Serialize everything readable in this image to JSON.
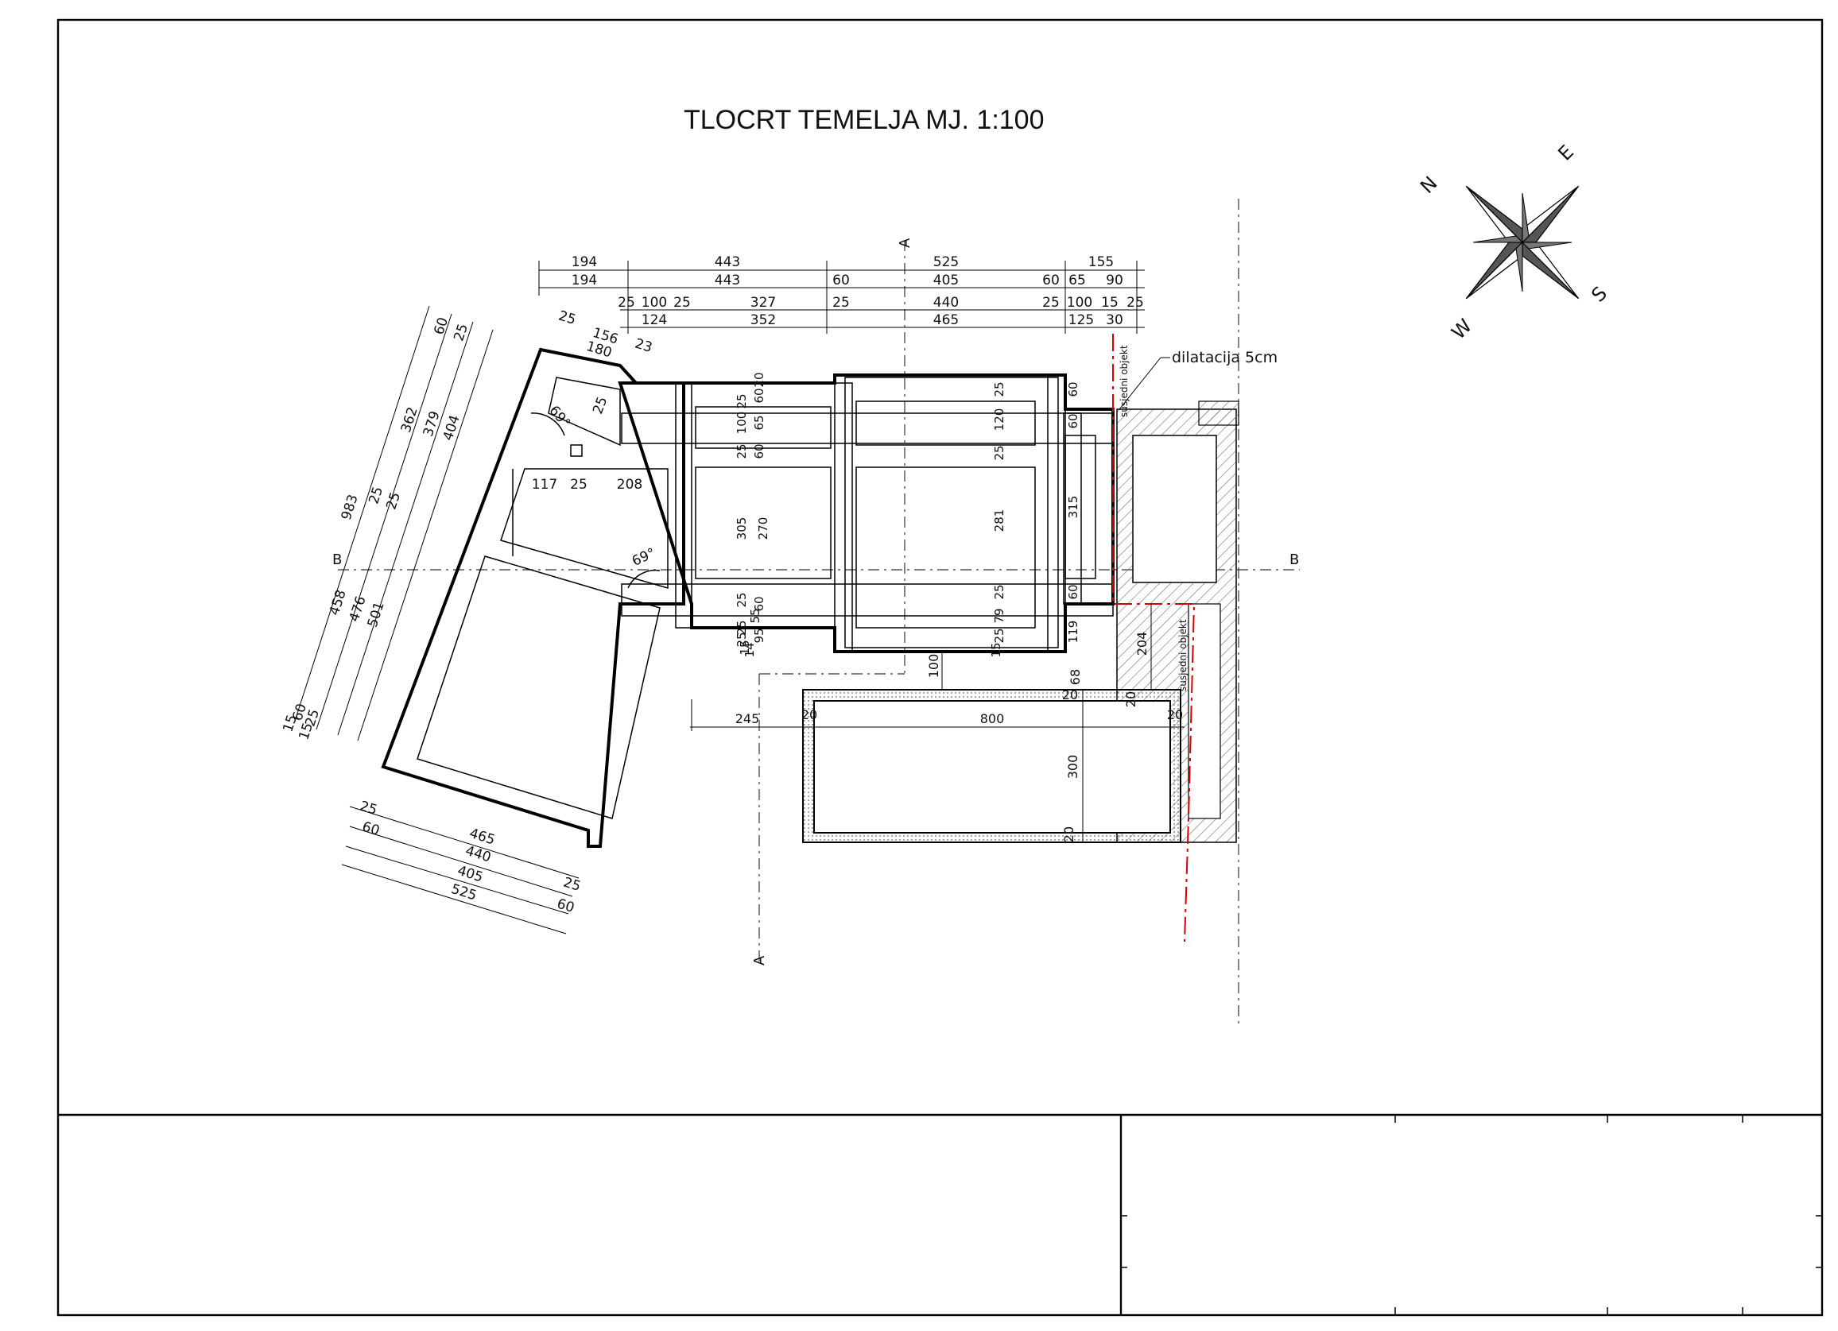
{
  "drawing": {
    "title": "TLOCRT TEMELJA  MJ. 1:100",
    "compass": {
      "north": "N",
      "east": "E",
      "south": "S",
      "west": "W"
    },
    "section_labels": {
      "a_top": "A",
      "a_bottom": "A",
      "b_left": "B",
      "b_right": "B"
    },
    "notes": {
      "dilatation": "dilatacija 5cm",
      "neighbour_top": "susjedni objekt",
      "neighbour_bottom": "susjedni objekt"
    },
    "top_dimensions": {
      "row1": [
        "194",
        "443",
        "525",
        "155"
      ],
      "row2": [
        "194",
        "443",
        "60",
        "405",
        "60",
        "65",
        "90"
      ],
      "row3": [
        "25",
        "100",
        "25",
        "327",
        "25",
        "440",
        "25",
        "100",
        "15",
        "25"
      ],
      "row4": [
        "124",
        "352",
        "465",
        "125",
        "30"
      ]
    },
    "left_dimensions": [
      "60",
      "25",
      "362",
      "379",
      "404",
      "983",
      "25",
      "25",
      "458",
      "476",
      "501",
      "15",
      "60",
      "25",
      "15"
    ],
    "bottom_left_dimensions": [
      "25",
      "60",
      "465",
      "440",
      "405",
      "525",
      "25",
      "60"
    ],
    "plan_dimensions": {
      "top_small": [
        "25",
        "156",
        "180",
        "23"
      ],
      "angle_top": "69°",
      "angle_bottom": "69°",
      "note_25": "25",
      "room_row": [
        "117",
        "25",
        "208"
      ],
      "col2": [
        "25",
        "60",
        "20",
        "100",
        "65",
        "25",
        "60",
        "305",
        "270",
        "25",
        "55",
        "25",
        "60",
        "15",
        "25",
        "95",
        "14"
      ],
      "col3": [
        "25",
        "120",
        "25",
        "281",
        "25",
        "79",
        "25",
        "15"
      ],
      "col4": [
        "60",
        "60",
        "315",
        "60",
        "119"
      ],
      "annex": [
        "100",
        "245",
        "20",
        "800",
        "20",
        "68",
        "20",
        "300",
        "20",
        "20",
        "204"
      ]
    }
  }
}
